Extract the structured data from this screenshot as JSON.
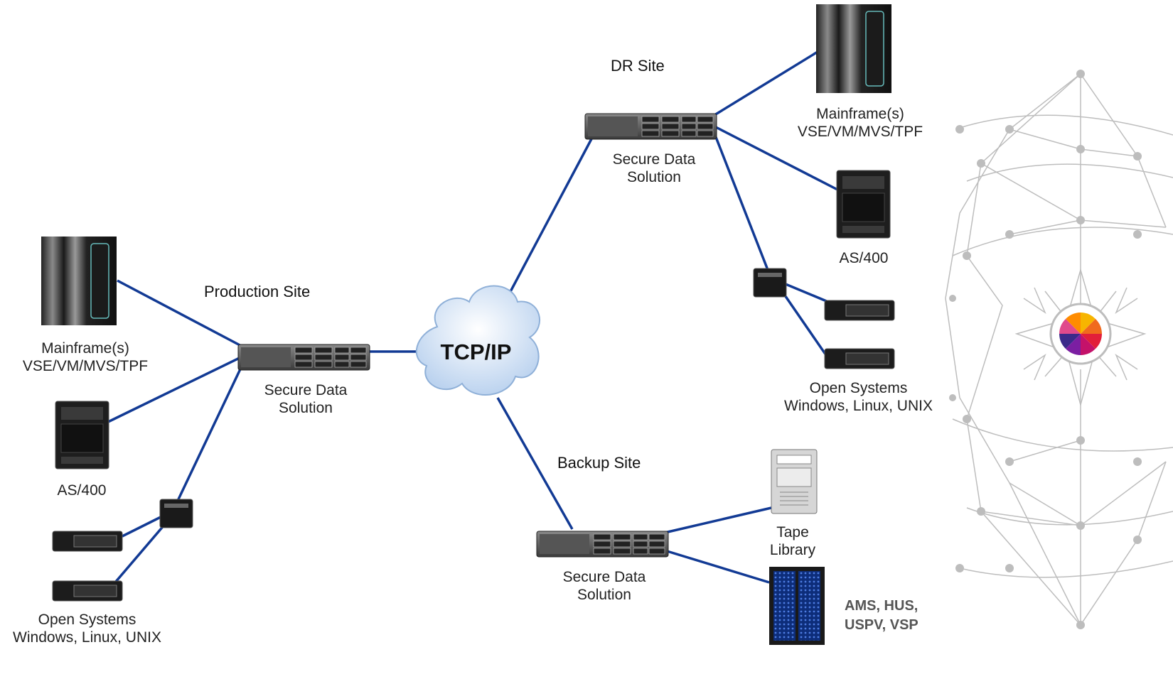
{
  "network": {
    "label": "TCP/IP"
  },
  "production": {
    "site_label": "Production Site",
    "appliance": [
      "Secure Data",
      "Solution"
    ],
    "mainframe": [
      "Mainframe(s)",
      "VSE/VM/MVS/TPF"
    ],
    "as400": "AS/400",
    "open_systems": [
      "Open Systems",
      "Windows, Linux, UNIX"
    ]
  },
  "dr": {
    "site_label": "DR Site",
    "appliance": [
      "Secure Data",
      "Solution"
    ],
    "mainframe": [
      "Mainframe(s)",
      "VSE/VM/MVS/TPF"
    ],
    "as400": "AS/400",
    "open_systems": [
      "Open Systems",
      "Windows, Linux, UNIX"
    ]
  },
  "backup": {
    "site_label": "Backup Site",
    "appliance": [
      "Secure Data",
      "Solution"
    ],
    "tape": [
      "Tape",
      "Library"
    ],
    "storage": [
      "AMS, HUS,",
      "USPV, VSP"
    ]
  },
  "colors": {
    "link": "#123a94",
    "decor": "#b8b8b8"
  },
  "icons": [
    "mainframe-icon",
    "as400-icon",
    "server-icon",
    "switch-icon",
    "appliance-icon",
    "cloud-icon",
    "tape-library-icon",
    "storage-array-icon",
    "logo-icon"
  ]
}
